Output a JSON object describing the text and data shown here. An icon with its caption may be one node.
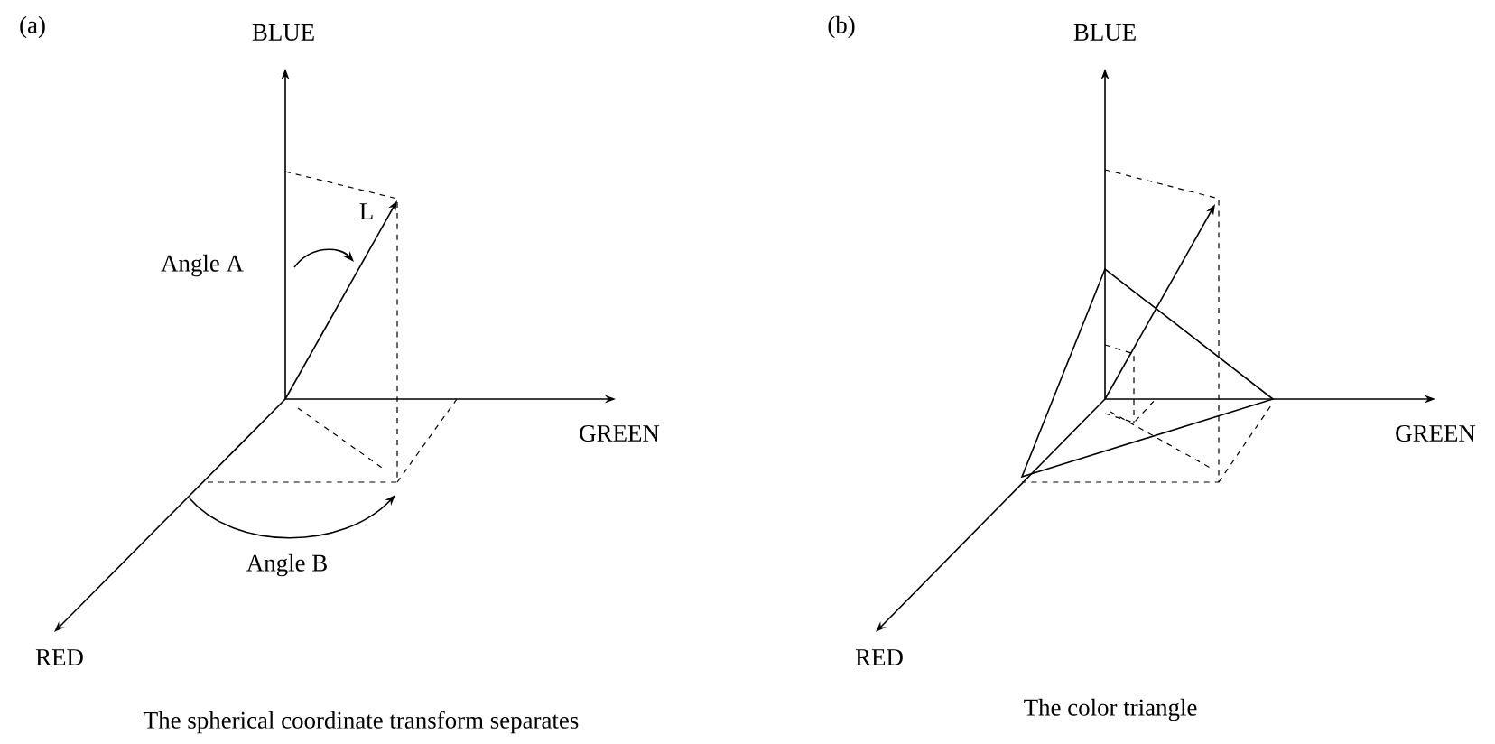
{
  "diagram": {
    "labels": [
      "(a)",
      "BLUE",
      "L",
      "Angle A",
      "GREEN",
      "Angle B",
      "RED",
      "The spherical coordinate transform separates",
      "(b)",
      "BLUE",
      "GREEN",
      "RED",
      "The color triangle"
    ]
  }
}
